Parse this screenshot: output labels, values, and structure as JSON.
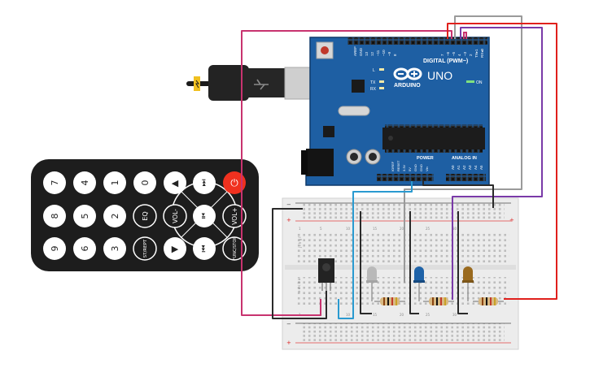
{
  "arduino": {
    "brand": "ARDUINO",
    "model": "UNO",
    "digital_header": "DIGITAL (PWM~)",
    "power_header": "POWER",
    "analog_header": "ANALOG IN",
    "on_led": "ON",
    "tx_label": "TX",
    "rx_label": "RX",
    "l_label": "L",
    "aref_label": "AREF",
    "gnd_label": "GND",
    "pin_13": "13",
    "pin_12": "12",
    "pin_11": "~11",
    "pin_10": "~10",
    "pin_9": "~9",
    "pin_8": "8",
    "pin_7": "7",
    "pin_6": "~6",
    "pin_5": "~5",
    "pin_4": "4",
    "pin_3": "~3",
    "pin_2": "2",
    "pin_1": "TX▸1",
    "pin_0": "RX◂0",
    "pw_ioref": "IOREF",
    "pw_reset": "RESET",
    "pw_33": "3.3V",
    "pw_5v": "5V",
    "pw_gnd1": "GND",
    "pw_gnd2": "GND",
    "pw_vin": "Vin",
    "a0": "A0",
    "a1": "A1",
    "a2": "A2",
    "a3": "A3",
    "a4": "A4",
    "a5": "A5"
  },
  "remote": {
    "row1": [
      "7",
      "4",
      "1",
      "0",
      "◀",
      "⏮",
      "⏻"
    ],
    "row2": [
      "8",
      "5",
      "2",
      "EQ",
      "VOL-",
      "⏯",
      "VOL+"
    ],
    "row3": [
      "9",
      "6",
      "3",
      "ST/REPT",
      "▶",
      "⏭",
      "FUNC/STOP"
    ],
    "power_color": "#f0311f"
  },
  "breadboard": {
    "row_letters_top": "j i h g f",
    "row_letters_bottom": "e d c b a",
    "column_numbers": [
      "1",
      "5",
      "10",
      "15",
      "20",
      "25",
      "30"
    ],
    "rail_plus": "+",
    "rail_minus": "−"
  },
  "components": {
    "leds": [
      {
        "name": "white",
        "color": "#b9b9b9"
      },
      {
        "name": "blue",
        "color": "#1f63a8"
      },
      {
        "name": "orange",
        "color": "#9a6a1e"
      }
    ],
    "wires": {
      "magenta": "#c8336f",
      "gray": "#9a9a9a",
      "purple": "#7a3aa8",
      "red": "#e0201c",
      "black": "#2a2a2a",
      "cyan": "#2a9ad0"
    }
  }
}
